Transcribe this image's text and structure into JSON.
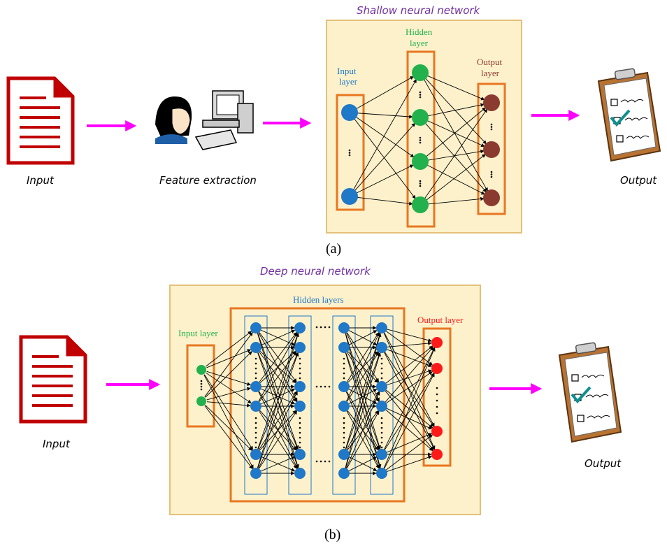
{
  "colors": {
    "panel_bg": "#fdf1cb",
    "panel_border": "#e3c07a",
    "box_orange": "#e87722",
    "blue_node": "#1f78c8",
    "green_node": "#22b14c",
    "brown_node": "#8b3a2f",
    "red_node": "#ff1a1a",
    "arrow_magenta": "#ff00ff",
    "title_purple": "#7030a0",
    "doc_red": "#c00000"
  },
  "panel_a": {
    "title": "Shallow neural network",
    "input_label": "Input",
    "feature_label": "Feature extraction",
    "output_label": "Output",
    "input_layer_label_1": "Input",
    "input_layer_label_2": "layer",
    "hidden_layer_label_1": "Hidden",
    "hidden_layer_label_2": "layer",
    "output_layer_label_1": "Output",
    "output_layer_label_2": "layer",
    "caption": "(a)"
  },
  "panel_b": {
    "title": "Deep  neural network",
    "input_label": "Input",
    "output_label": "Output",
    "input_layer_label": "Input layer",
    "hidden_layers_label": "Hidden layers",
    "output_layer_label": "Output layer",
    "caption": "(b)"
  },
  "icons": [
    "document-icon",
    "person-icon",
    "computer-icon",
    "clipboard-checklist-icon",
    "right-arrow-icon"
  ]
}
